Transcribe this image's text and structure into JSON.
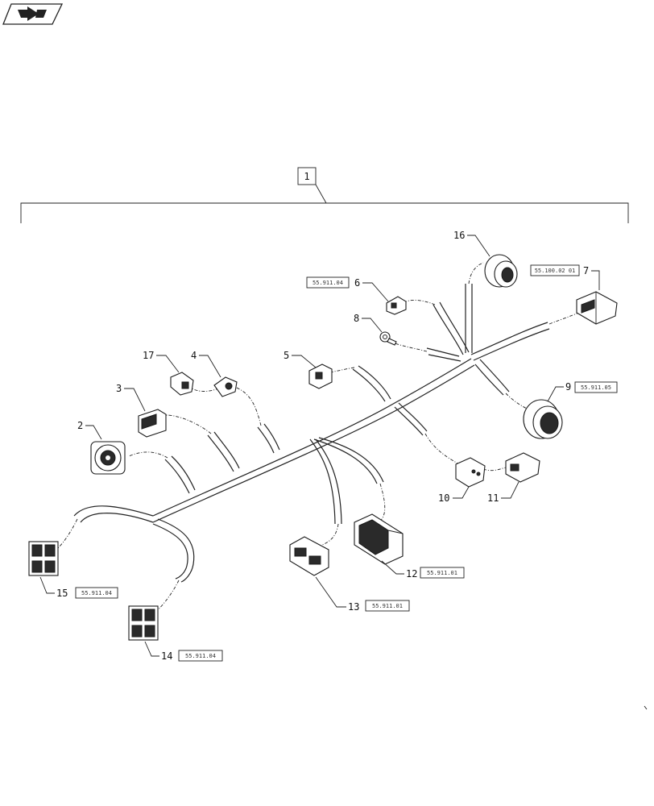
{
  "assembly_label": "1",
  "items": [
    {
      "num": "2"
    },
    {
      "num": "3"
    },
    {
      "num": "4"
    },
    {
      "num": "5"
    },
    {
      "num": "6",
      "ref": "55.911.04"
    },
    {
      "num": "7",
      "ref": "55.100.02 01"
    },
    {
      "num": "8"
    },
    {
      "num": "9",
      "ref": "55.911.05"
    },
    {
      "num": "10"
    },
    {
      "num": "11"
    },
    {
      "num": "12",
      "ref": "55.911.01"
    },
    {
      "num": "13",
      "ref": "55.911.01"
    },
    {
      "num": "14",
      "ref": "55.911.04"
    },
    {
      "num": "15",
      "ref": "55.911.04"
    },
    {
      "num": "16"
    },
    {
      "num": "17"
    }
  ],
  "icons": {
    "nav": "next-page-arrow-icon"
  }
}
